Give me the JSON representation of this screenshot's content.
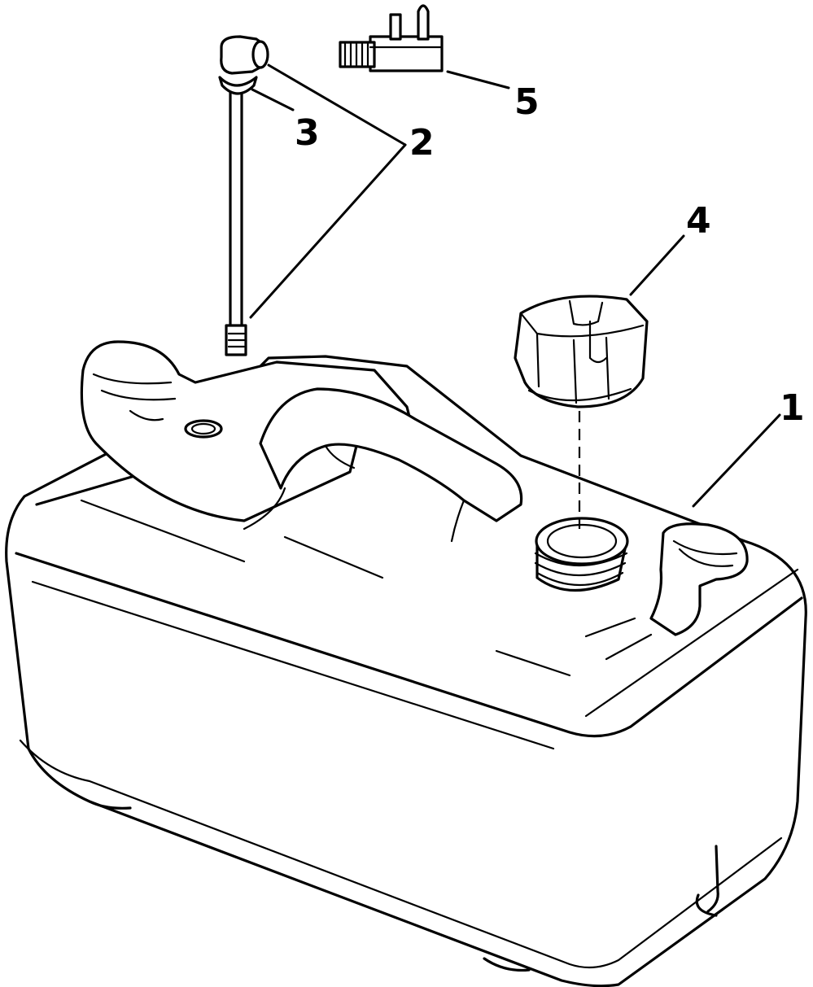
{
  "callouts": {
    "tank": "1",
    "pickup_tube": "2",
    "pickup_fitting": "3",
    "filler_cap": "4",
    "connector": "5"
  }
}
